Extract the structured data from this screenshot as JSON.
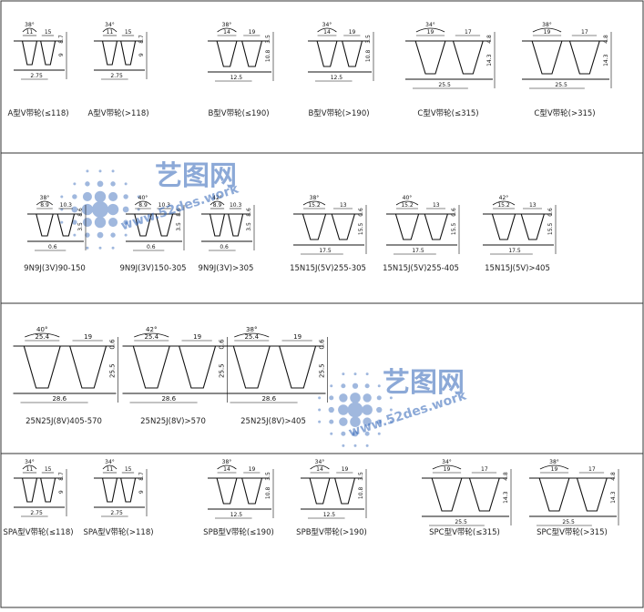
{
  "watermark": {
    "brand": "艺图网",
    "site": "www.52des.work",
    "color": "#2f64b8"
  },
  "rows": [
    {
      "items": [
        {
          "label": "A型V带轮(≤118)",
          "angle": "38°",
          "dims": [
            "11",
            "15",
            "2.75",
            "8.7",
            "9"
          ]
        },
        {
          "label": "A型V带轮(>118)",
          "angle": "34°",
          "dims": [
            "11",
            "15",
            "2.75",
            "8.7",
            "9"
          ]
        },
        {
          "label": "B型V带轮(≤190)",
          "angle": "38°",
          "dims": [
            "14",
            "19",
            "12.5",
            "3.5",
            "10.8"
          ]
        },
        {
          "label": "B型V带轮(>190)",
          "angle": "34°",
          "dims": [
            "14",
            "19",
            "12.5",
            "3.5",
            "10.8"
          ]
        },
        {
          "label": "C型V带轮(≤315)",
          "angle": "34°",
          "dims": [
            "19",
            "17",
            "25.5",
            "4.8",
            "14.3"
          ]
        },
        {
          "label": "C型V带轮(>315)",
          "angle": "38°",
          "dims": [
            "19",
            "17",
            "25.5",
            "4.8",
            "14.3"
          ]
        }
      ]
    },
    {
      "items": [
        {
          "label": "9N9J(3V)90-150",
          "angle": "38°",
          "dims": [
            "8.9",
            "10.3",
            "0.6",
            "8.6",
            "3.5"
          ]
        },
        {
          "label": "9N9J(3V)150-305",
          "angle": "40°",
          "dims": [
            "8.9",
            "10.3",
            "0.6",
            "8.6",
            "3.5"
          ]
        },
        {
          "label": "9N9J(3V)>305",
          "angle": "42°",
          "dims": [
            "8.9",
            "10.3",
            "0.6",
            "8.6",
            "3.5"
          ]
        },
        {
          "label": "15N15J(5V)255-305",
          "angle": "38°",
          "dims": [
            "15.2",
            "13",
            "17.5",
            "0.6",
            "15.5"
          ]
        },
        {
          "label": "15N15J(5V)255-405",
          "angle": "40°",
          "dims": [
            "15.2",
            "13",
            "17.5",
            "0.6",
            "15.5"
          ]
        },
        {
          "label": "15N15J(5V)>405",
          "angle": "42°",
          "dims": [
            "15.2",
            "13",
            "17.5",
            "0.6",
            "15.5"
          ]
        }
      ]
    },
    {
      "items": [
        {
          "label": "25N25J(8V)405-570",
          "angle": "40°",
          "dims": [
            "25.4",
            "19",
            "28.6",
            "0.6",
            "25.5"
          ]
        },
        {
          "label": "25N25J(8V)>570",
          "angle": "42°",
          "dims": [
            "25.4",
            "19",
            "28.6",
            "0.6",
            "25.5"
          ]
        },
        {
          "label": "25N25J(8V)>405",
          "angle": "38°",
          "dims": [
            "25.4",
            "19",
            "28.6",
            "0.6",
            "25.5"
          ]
        }
      ]
    },
    {
      "items": [
        {
          "label": "SPA型V带轮(≤118)",
          "angle": "34°",
          "dims": [
            "11",
            "15",
            "2.75",
            "8.7",
            "9"
          ]
        },
        {
          "label": "SPA型V带轮(>118)",
          "angle": "34°",
          "dims": [
            "11",
            "15",
            "2.75",
            "8.7",
            "9"
          ]
        },
        {
          "label": "SPB型V带轮(≤190)",
          "angle": "38°",
          "dims": [
            "14",
            "19",
            "12.5",
            "3.5",
            "10.8"
          ]
        },
        {
          "label": "SPB型V带轮(>190)",
          "angle": "34°",
          "dims": [
            "14",
            "19",
            "12.5",
            "3.5",
            "10.8"
          ]
        },
        {
          "label": "SPC型V带轮(≤315)",
          "angle": "34°",
          "dims": [
            "19",
            "17",
            "25.5",
            "4.8",
            "14.3"
          ]
        },
        {
          "label": "SPC型V带轮(>315)",
          "angle": "38°",
          "dims": [
            "19",
            "17",
            "25.5",
            "4.8",
            "14.3"
          ]
        }
      ]
    }
  ]
}
